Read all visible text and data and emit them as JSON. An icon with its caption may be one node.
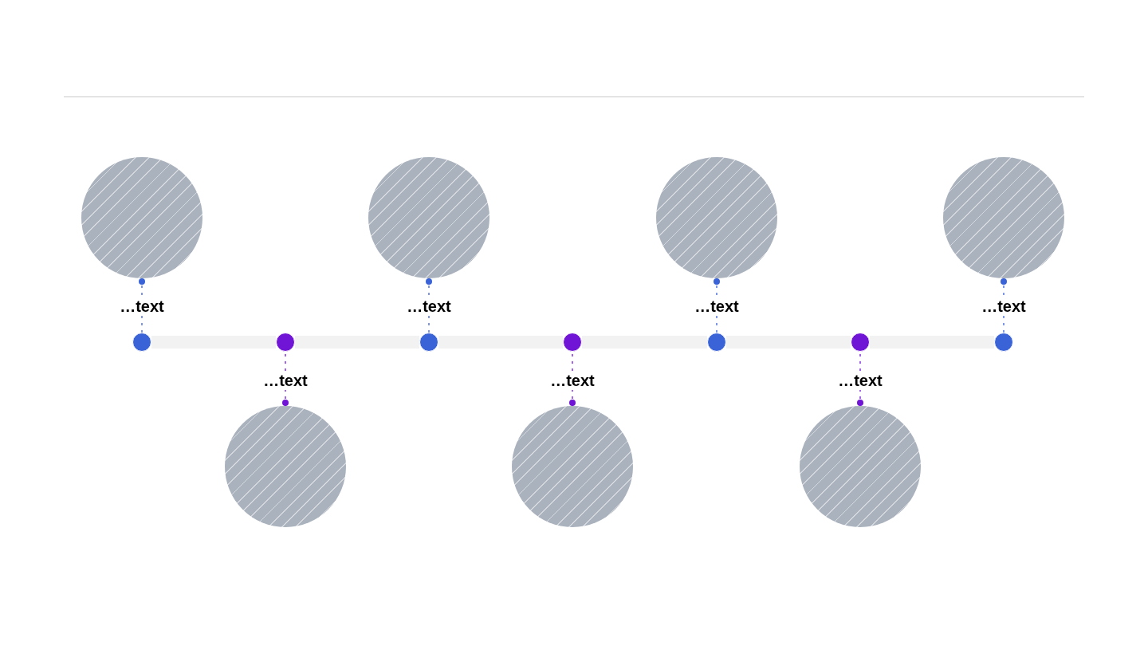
{
  "diagram": {
    "nodes": [
      {
        "text": [],
        "shape": "circle"
      },
      {
        "text": [
          "…text"
        ]
      },
      {
        "text": [],
        "shape": "circle"
      },
      {
        "text": [],
        "shape": "circle"
      },
      {
        "text": [
          "…text"
        ]
      },
      {
        "text": [],
        "shape": "circle"
      },
      {
        "text": [],
        "shape": "circle"
      },
      {
        "text": [
          "…text"
        ]
      },
      {
        "text": [],
        "shape": "circle"
      },
      {
        "text": [],
        "shape": "circle"
      },
      {
        "text": [
          "…text"
        ]
      },
      {
        "text": [],
        "shape": "circle"
      },
      {
        "text": [],
        "shape": "circle"
      },
      {
        "text": [
          "…text"
        ]
      },
      {
        "text": [],
        "shape": "circle"
      },
      {
        "text": [],
        "shape": "circle"
      },
      {
        "text": [
          "…text"
        ]
      },
      {
        "text": [],
        "shape": "circle"
      },
      {
        "text": [],
        "shape": "circle"
      },
      {
        "text": [
          "…text"
        ]
      },
      {
        "text": [],
        "shape": "circle"
      }
    ],
    "edges": [
      {
        "from": 0,
        "to": 1,
        "arrow": "other",
        "style": "dashed",
        "color": "#3b63d8"
      },
      {
        "from": 1,
        "to": 2,
        "arrow": "none",
        "style": "dashed",
        "color": "#3b63d8"
      },
      {
        "from": 3,
        "to": 4,
        "arrow": "other",
        "style": "dashed",
        "color": "#7015d6"
      },
      {
        "from": 4,
        "to": 5,
        "arrow": "none",
        "style": "dashed",
        "color": "#7015d6"
      },
      {
        "from": 6,
        "to": 7,
        "arrow": "other",
        "style": "dashed",
        "color": "#3b63d8"
      },
      {
        "from": 7,
        "to": 8,
        "arrow": "none",
        "style": "dashed",
        "color": "#3b63d8"
      },
      {
        "from": 9,
        "to": 10,
        "arrow": "other",
        "style": "dashed",
        "color": "#7015d6"
      },
      {
        "from": 10,
        "to": 11,
        "arrow": "none",
        "style": "dashed",
        "color": "#7015d6"
      },
      {
        "from": 12,
        "to": 13,
        "arrow": "other",
        "style": "dashed",
        "color": "#3b63d8"
      },
      {
        "from": 13,
        "to": 14,
        "arrow": "none",
        "style": "dashed",
        "color": "#3b63d8"
      },
      {
        "from": 15,
        "to": 16,
        "arrow": "other",
        "style": "dashed",
        "color": "#7015d6"
      },
      {
        "from": 16,
        "to": 17,
        "arrow": "none",
        "style": "dashed",
        "color": "#7015d6"
      },
      {
        "from": 18,
        "to": 19,
        "arrow": "other",
        "style": "dashed",
        "color": "#3b63d8"
      },
      {
        "from": 19,
        "to": 20,
        "arrow": "none",
        "style": "dashed",
        "color": "#3b63d8"
      },
      {
        "from": 2,
        "to": 5,
        "arrow": "none",
        "style": "thick",
        "color": "#f2f2f2"
      },
      {
        "from": 5,
        "to": 8,
        "arrow": "none",
        "style": "thick",
        "color": "#f2f2f2"
      },
      {
        "from": 8,
        "to": 11,
        "arrow": "none",
        "style": "thick",
        "color": "#f2f2f2"
      },
      {
        "from": 11,
        "to": 14,
        "arrow": "none",
        "style": "thick",
        "color": "#f2f2f2"
      },
      {
        "from": 14,
        "to": 17,
        "arrow": "none",
        "style": "thick",
        "color": "#f2f2f2"
      },
      {
        "from": 17,
        "to": 20,
        "arrow": "none",
        "style": "thick",
        "color": "#f2f2f2"
      }
    ]
  }
}
